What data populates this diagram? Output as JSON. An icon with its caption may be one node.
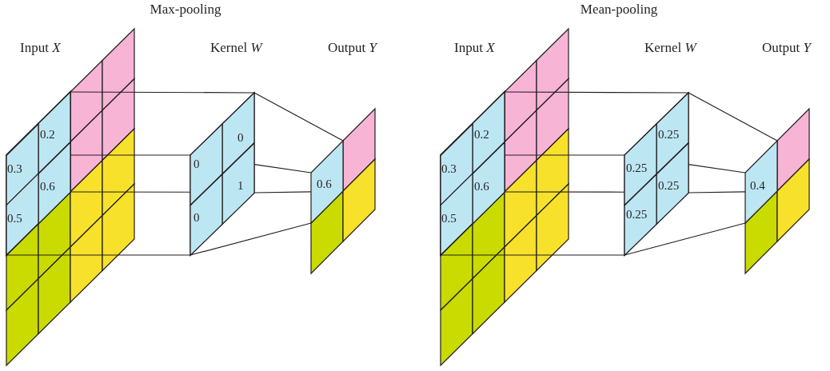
{
  "diagram": {
    "nodes": [
      {
        "text": [
          "Input *X*"
        ]
      },
      {
        "text": [],
        "shape": "parallelogram",
        "in": 0
      },
      {
        "text": [
          "0.2"
        ],
        "in": 1
      },
      {
        "text": [
          "0.3"
        ],
        "in": 1
      },
      {
        "text": [
          "0.6"
        ],
        "in": 1
      },
      {
        "text": [
          "0.5"
        ],
        "in": 1
      },
      {
        "text": [
          "Kernel *W*"
        ]
      },
      {
        "text": [
          "0"
        ],
        "in": 6
      },
      {
        "text": [
          "0"
        ],
        "in": 6
      },
      {
        "text": [
          "1"
        ],
        "in": 6
      },
      {
        "text": [
          "0"
        ],
        "in": 6
      },
      {
        "text": [
          "Output *Y*"
        ]
      },
      {
        "text": [
          "0.6"
        ],
        "in": 11
      },
      {
        "text": [
          "Input *X*"
        ]
      },
      {
        "text": [],
        "shape": "parallelogram",
        "in": 13
      },
      {
        "text": [
          "0.2"
        ],
        "in": 14
      },
      {
        "text": [
          "0.3"
        ],
        "in": 14
      },
      {
        "text": [
          "0.6"
        ],
        "in": 14
      },
      {
        "text": [
          "0.5"
        ],
        "in": 14
      },
      {
        "text": [
          "Kernel *W*"
        ]
      },
      {
        "text": [
          "0.25"
        ],
        "in": 19
      },
      {
        "text": [
          "0.25"
        ],
        "in": 19
      },
      {
        "text": [
          "0.25"
        ],
        "in": 19
      },
      {
        "text": [
          "0.25"
        ],
        "in": 19
      },
      {
        "text": [
          "Output *Y*"
        ]
      },
      {
        "text": [
          "0.4"
        ],
        "in": 24
      }
    ],
    "edges": [
      {
        "from": 1,
        "to": 6,
        "arrow": "none"
      },
      {
        "from": 1,
        "to": 6,
        "arrow": "none"
      },
      {
        "from": 1,
        "to": 6,
        "arrow": "none"
      },
      {
        "from": 1,
        "to": 6,
        "arrow": "none"
      },
      {
        "from": 6,
        "to": 12,
        "arrow": "none"
      },
      {
        "from": 6,
        "to": 12,
        "arrow": "none"
      },
      {
        "from": 6,
        "to": 12,
        "arrow": "none"
      },
      {
        "from": 6,
        "to": 12,
        "arrow": "none"
      },
      {
        "from": 14,
        "to": 19,
        "arrow": "none"
      },
      {
        "from": 14,
        "to": 19,
        "arrow": "none"
      },
      {
        "from": 14,
        "to": 19,
        "arrow": "none"
      },
      {
        "from": 14,
        "to": 19,
        "arrow": "none"
      },
      {
        "from": 19,
        "to": 25,
        "arrow": "none"
      },
      {
        "from": 19,
        "to": 25,
        "arrow": "none"
      },
      {
        "from": 19,
        "to": 25,
        "arrow": "none"
      },
      {
        "from": 19,
        "to": 25,
        "arrow": "none"
      }
    ],
    "labels": [
      "Max-pooling",
      "Mean-pooling"
    ]
  }
}
